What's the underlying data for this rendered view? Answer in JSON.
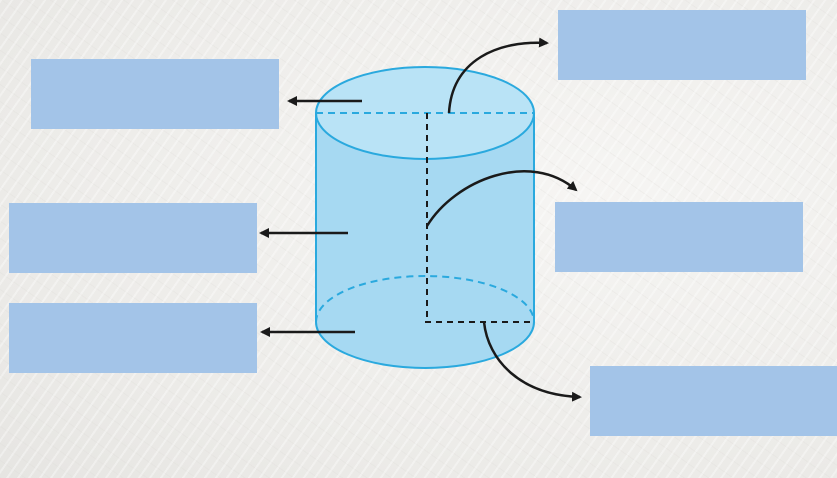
{
  "colors": {
    "background": "#f0efec",
    "label_box_fill": "#a3c4e8",
    "cylinder_fill": "#a6d9f2",
    "cylinder_top_fill": "#b9e3f6",
    "cylinder_edge": "#2aa9de",
    "arrow_color": "#1a1a1a"
  },
  "label_boxes": [
    {
      "id": "box-1",
      "text": ""
    },
    {
      "id": "box-2",
      "text": ""
    },
    {
      "id": "box-3",
      "text": ""
    },
    {
      "id": "box-4",
      "text": ""
    },
    {
      "id": "box-5",
      "text": ""
    },
    {
      "id": "box-6",
      "text": ""
    }
  ]
}
